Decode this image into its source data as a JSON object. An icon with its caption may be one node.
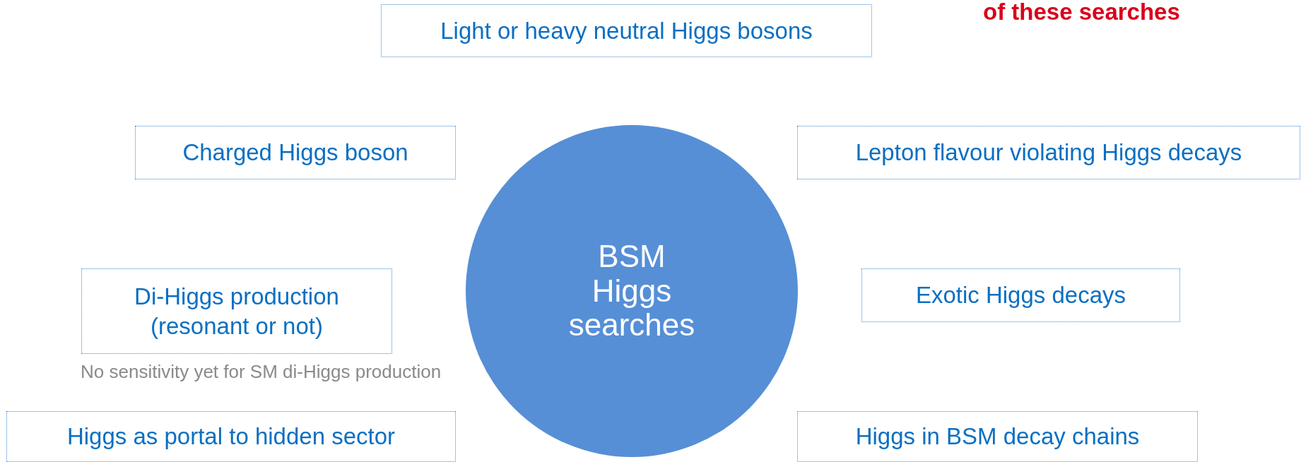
{
  "diagram": {
    "nodes": [
      {
        "text": [
          "Light or heavy neutral Higgs bosons"
        ]
      },
      {
        "text": [
          "Charged Higgs boson"
        ]
      },
      {
        "text": [
          "Lepton flavour violating Higgs decays"
        ]
      },
      {
        "text": [
          "BSM Higgs searches"
        ]
      },
      {
        "text": [
          "Di-Higgs production (resonant or not)"
        ],
        "beside": [
          "No sensitivity yet for SM di-Higgs production"
        ]
      },
      {
        "text": [
          "Exotic Higgs decays"
        ]
      },
      {
        "text": [
          "Higgs as portal to hidden sector"
        ]
      },
      {
        "text": [
          "Higgs in BSM decay chains"
        ]
      }
    ],
    "edges": [],
    "labels": [
      "of these searches"
    ]
  }
}
